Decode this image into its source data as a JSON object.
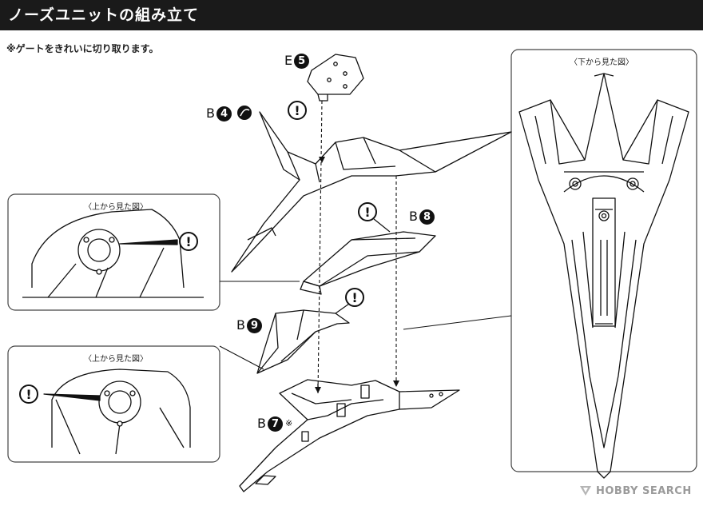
{
  "title": "ノーズユニットの組み立て",
  "note": "※ゲートをきれいに切り取ります。",
  "parts": [
    {
      "runner": "E",
      "number": "5",
      "mark": ""
    },
    {
      "runner": "B",
      "number": "4",
      "mark": ""
    },
    {
      "runner": "B",
      "number": "8",
      "mark": ""
    },
    {
      "runner": "B",
      "number": "9",
      "mark": ""
    },
    {
      "runner": "B",
      "number": "7",
      "mark": "※"
    }
  ],
  "insets": {
    "top_view_1": "〈上から見た図〉",
    "top_view_2": "〈上から見た図〉",
    "bottom_view": "〈下から見た図〉"
  },
  "caution_symbol": "!",
  "watermark": {
    "brand": "HOBBY SEARCH"
  },
  "colors": {
    "title_bar": "#1a1a1a",
    "line": "#111111",
    "panel_border": "#444444",
    "watermark": "#9a9a9a"
  }
}
